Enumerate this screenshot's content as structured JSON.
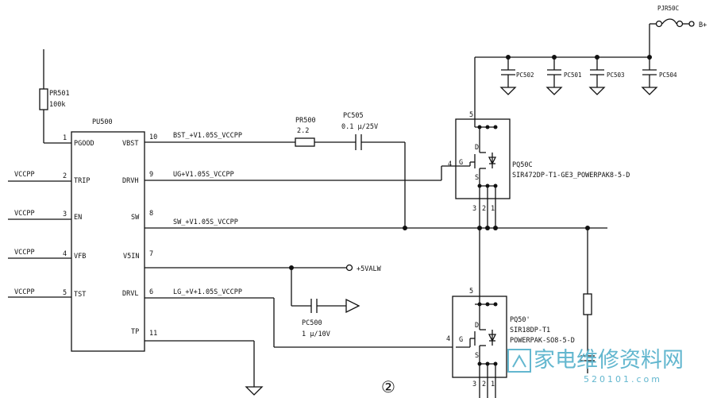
{
  "ic": {
    "ref": "PU500",
    "pins_left": [
      {
        "num": "1",
        "name": "PGOOD"
      },
      {
        "num": "2",
        "name": "TRIP"
      },
      {
        "num": "3",
        "name": "EN"
      },
      {
        "num": "4",
        "name": "VFB"
      },
      {
        "num": "5",
        "name": "TST"
      }
    ],
    "pins_right": [
      {
        "num": "10",
        "name": "VBST"
      },
      {
        "num": "9",
        "name": "DRVH"
      },
      {
        "num": "8",
        "name": "SW"
      },
      {
        "num": "7",
        "name": "V5IN"
      },
      {
        "num": "6",
        "name": "DRVL"
      },
      {
        "num": "11",
        "name": "TP"
      }
    ],
    "vccpp_labels": [
      "VCCPP",
      "VCCPP",
      "VCCPP",
      "VCCPP"
    ]
  },
  "nets": {
    "bst": "BST_+V1.05S_VCCPP",
    "ug": "UG+V1.05S_VCCPP",
    "sw": "SW_+V1.05S_VCCPP",
    "lg": "LG_+V+1.05S_VCCPP",
    "v5": "+5VALW",
    "bplus": "B+"
  },
  "parts": {
    "pr501_ref": "PR501",
    "pr501_val": "100k",
    "pr500_ref": "PR500",
    "pr500_val": "2.2",
    "pc505_ref": "PC505",
    "pc505_val": "0.1 μ/25V",
    "pc500_ref": "PC500",
    "pc500_val": "1 μ/10V",
    "pjr_ref": "PJR50C",
    "caps": [
      "PC502",
      "PC501",
      "PC503",
      "PC504"
    ],
    "pq500_ref": "PQ50C",
    "pq500_part": "SIR472DP-T1-GE3_POWERPAK8-5-D",
    "pq501_ref": "PQ50'",
    "pq501_part": "SIR18DP-T1",
    "pq501_pkg": "POWERPAK-SO8-5-D",
    "mos_pins": {
      "d": "D",
      "g": "G",
      "s": "S",
      "p5": "5",
      "p4": "4",
      "p3": "3",
      "p2": "2",
      "p1": "1"
    }
  },
  "page_marker": "②",
  "watermark": {
    "cn": "家电维修资料网",
    "url": "520101.com"
  }
}
